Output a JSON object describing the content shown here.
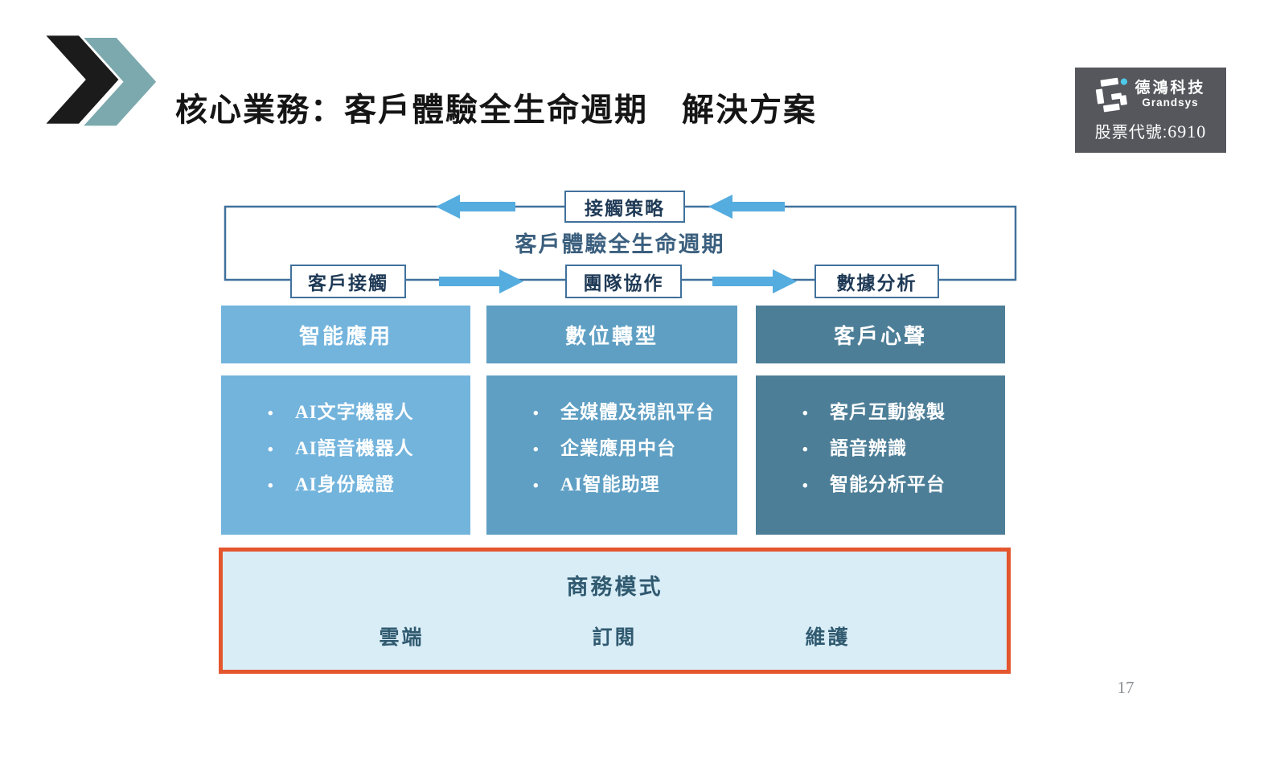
{
  "slide": {
    "title": "核心業務：客戶體驗全生命週期　解決方案",
    "page_number": "17"
  },
  "logo_card": {
    "company_zh": "德鴻科技",
    "company_en": "Grandsys",
    "stock_label": "股票代號:6910",
    "background": "#56575c",
    "dot_color": "#4ec9e8"
  },
  "lifecycle": {
    "label": "客戶體驗全生命週期",
    "top_node": "接觸策略",
    "nodes": [
      "客戶接觸",
      "團隊協作",
      "數據分析"
    ],
    "line_color": "#41719c",
    "arrow_color": "#55acdf"
  },
  "columns": [
    {
      "header": "智能應用",
      "color": "#73b4dd",
      "items": [
        "AI文字機器人",
        "AI語音機器人",
        "AI身份驗證"
      ]
    },
    {
      "header": "數位轉型",
      "color": "#5f9fc3",
      "items": [
        "全媒體及視訊平台",
        "企業應用中台",
        "AI智能助理"
      ]
    },
    {
      "header": "客戶心聲",
      "color": "#4d7e97",
      "items": [
        "客戶互動錄製",
        "語音辨識",
        "智能分析平台"
      ]
    }
  ],
  "business_model": {
    "title": "商務模式",
    "items": [
      "雲端",
      "訂閱",
      "維護"
    ],
    "border_color": "#e4562d",
    "background": "#d9edf7"
  },
  "branding": {
    "chevron_black": "#1b1b1b",
    "chevron_teal": "#7ba9ae"
  }
}
